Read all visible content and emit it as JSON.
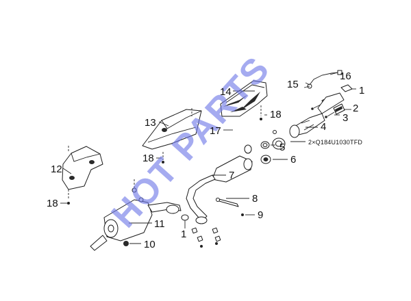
{
  "watermark": "HOT PARTS",
  "callouts": {
    "c1a": "1",
    "c1b": "1",
    "c2": "2",
    "c3": "3",
    "c4": "4",
    "c5": "5",
    "c6": "6",
    "c7": "7",
    "c8": "8",
    "c9": "9",
    "c10": "10",
    "c11": "11",
    "c12": "12",
    "c13": "13",
    "c14": "14",
    "c15": "15",
    "c16": "16",
    "c17": "17",
    "c18a": "18",
    "c18b": "18",
    "c18c": "18"
  },
  "bolt_note": "2×Q184U1030TFD",
  "colors": {
    "watermark": "#6e78e6",
    "line": "#1a1a1a",
    "background": "#ffffff"
  }
}
